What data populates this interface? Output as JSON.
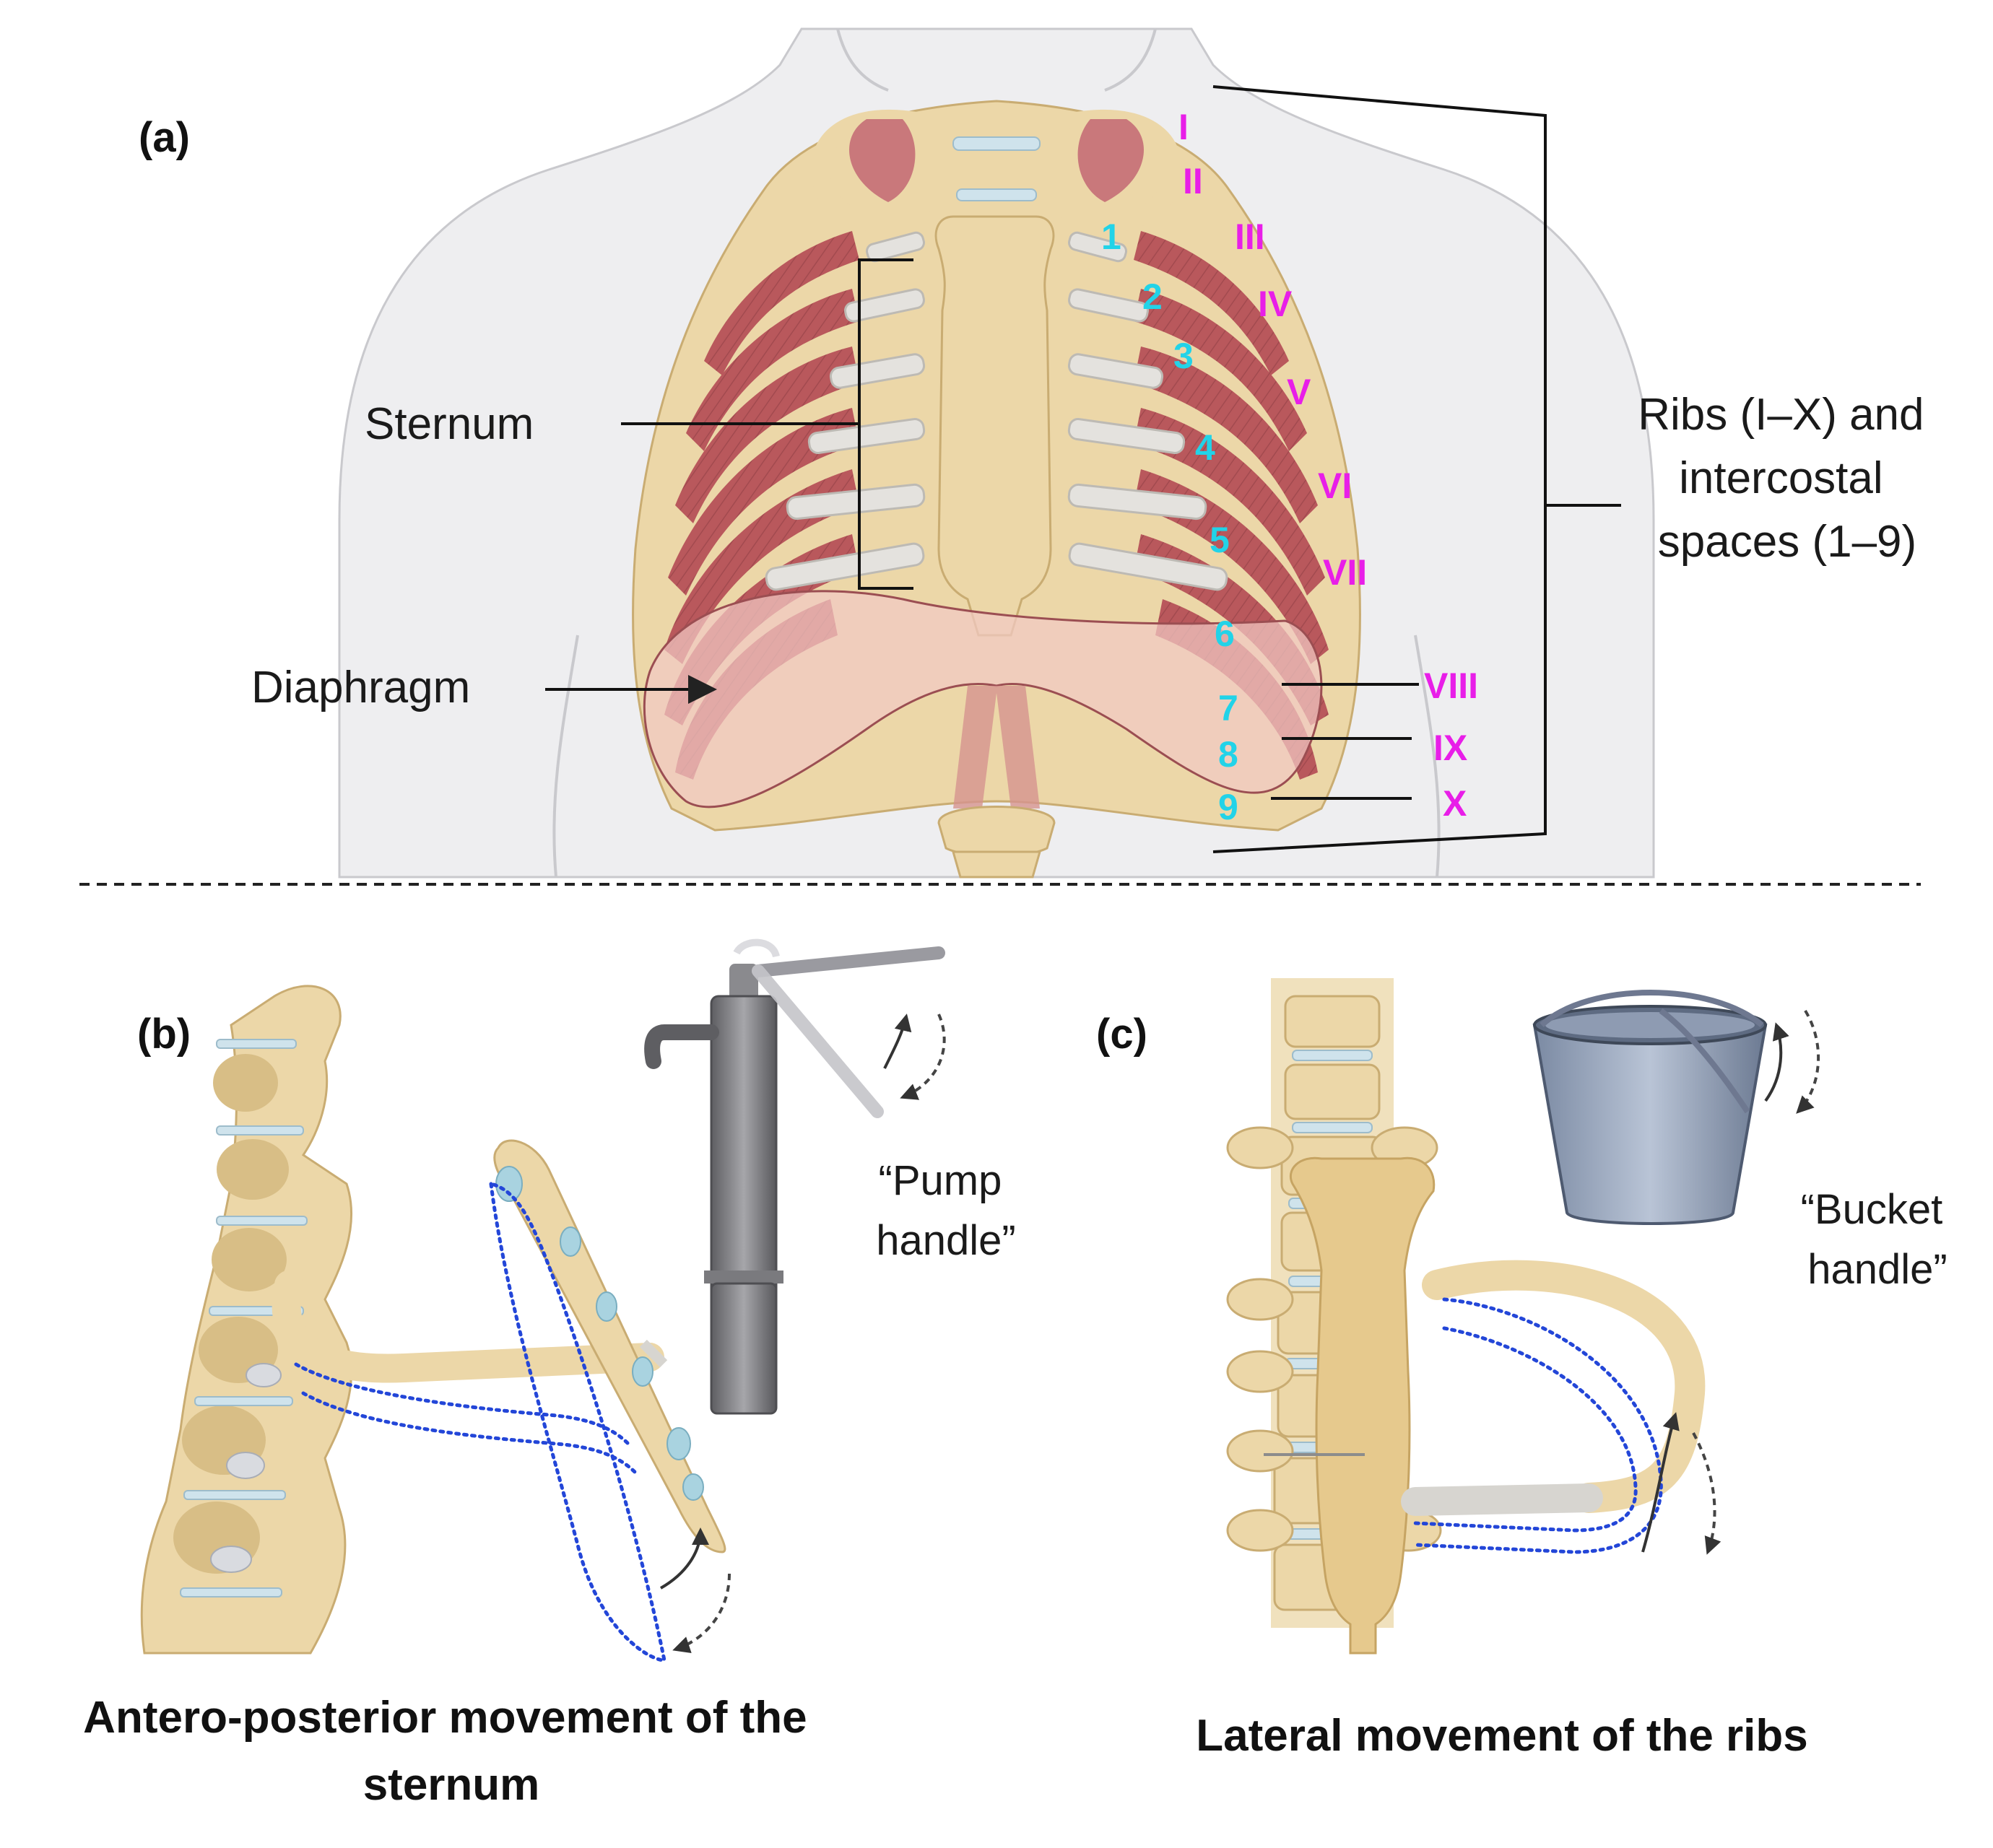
{
  "panels": {
    "a": {
      "letter": "(a)",
      "sternum_label": "Sternum",
      "diaphragm_label": "Diaphragm",
      "ribs_label_lines": [
        "Ribs (I–X) and",
        "intercostal",
        "spaces (1–9)"
      ],
      "rib_numerals": [
        "I",
        "II",
        "III",
        "IV",
        "V",
        "VI",
        "VII",
        "VIII",
        "IX",
        "X"
      ],
      "intercostal_numbers": [
        "1",
        "2",
        "3",
        "4",
        "5",
        "6",
        "7",
        "8",
        "9"
      ]
    },
    "b": {
      "letter": "(b)",
      "quote_lines": [
        "“Pump",
        "handle”"
      ],
      "caption_lines": [
        "Antero-posterior movement of the",
        "sternum"
      ]
    },
    "c": {
      "letter": "(c)",
      "quote_lines": [
        "“Bucket",
        "handle”"
      ],
      "caption_lines": [
        "Lateral movement of the ribs"
      ]
    }
  },
  "colors": {
    "rib_numeral": "#e81ee8",
    "intercostal_number": "#22d3e8",
    "dotted_outline": "#2346d8",
    "muscle": "#b9585c",
    "bone": "#ecd7a8"
  }
}
